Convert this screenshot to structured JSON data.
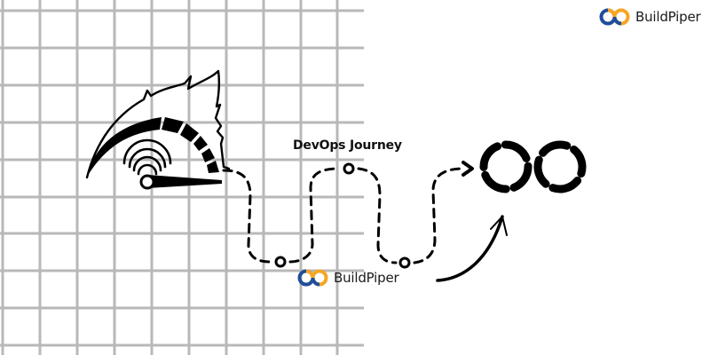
{
  "diagram": {
    "title": "DevOps Journey",
    "brand_top": {
      "name": "BuildPiper",
      "icon": "infinity-logo-icon"
    },
    "brand_middle": {
      "name": "BuildPiper",
      "icon": "infinity-logo-icon"
    },
    "elements": [
      {
        "name": "speedometer-gauge",
        "icon": "gauge-with-flame-icon"
      },
      {
        "name": "dashed-journey-path",
        "milestones": 3
      },
      {
        "name": "devops-infinity-loop",
        "icon": "infinity-icon"
      },
      {
        "name": "curved-arrow",
        "icon": "curved-arrow-icon"
      }
    ]
  },
  "colors": {
    "grid": "#b8b8b8",
    "ink": "#000000",
    "brand_blue": "#1f4e9a",
    "brand_orange": "#f5a623"
  }
}
